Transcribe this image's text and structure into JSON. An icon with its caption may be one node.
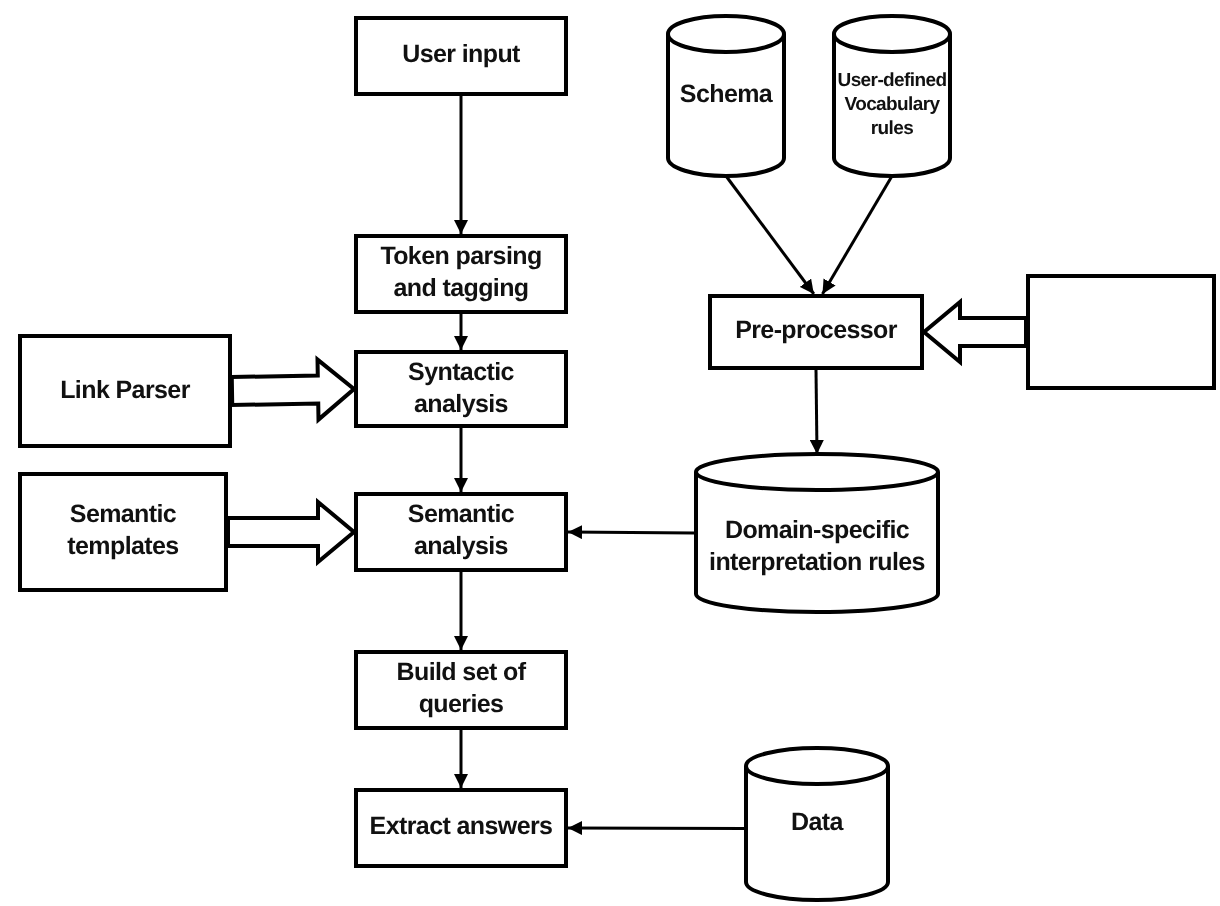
{
  "diagram": {
    "nodes": [
      {
        "text": [
          "User input"
        ]
      },
      {
        "text": [
          "Schema"
        ]
      },
      {
        "text": [
          "User-defined Vocabulary rules"
        ]
      },
      {
        "text": [
          "Token parsing and tagging"
        ]
      },
      {
        "text": [
          "Pre-processor"
        ]
      },
      {
        "text": [],
        "shape": "box"
      },
      {
        "text": [
          "Link Parser"
        ]
      },
      {
        "text": [
          "Syntactic analysis"
        ]
      },
      {
        "text": [
          "Semantic templates"
        ]
      },
      {
        "text": [
          "Semantic analysis"
        ]
      },
      {
        "text": [
          "Domain-specific interpretation rules"
        ]
      },
      {
        "text": [
          "Build set of queries"
        ]
      },
      {
        "text": [
          "Extract answers"
        ]
      },
      {
        "text": [
          "Data"
        ]
      }
    ],
    "edges": [
      {
        "from": 0,
        "to": 3,
        "arrow": "to"
      },
      {
        "from": 3,
        "to": 7,
        "arrow": "to"
      },
      {
        "from": 7,
        "to": 9,
        "arrow": "to"
      },
      {
        "from": 9,
        "to": 11,
        "arrow": "to"
      },
      {
        "from": 11,
        "to": 12,
        "arrow": "to"
      },
      {
        "from": 1,
        "to": 4,
        "arrow": "to"
      },
      {
        "from": 2,
        "to": 4,
        "arrow": "to"
      },
      {
        "from": 4,
        "to": 10,
        "arrow": "to"
      },
      {
        "from": 10,
        "to": 9,
        "arrow": "to"
      },
      {
        "from": 13,
        "to": 12,
        "arrow": "to"
      },
      {
        "from": 6,
        "to": 7,
        "arrow": "to",
        "style": "thick"
      },
      {
        "from": 8,
        "to": 9,
        "arrow": "to",
        "style": "thick"
      },
      {
        "from": 5,
        "to": 4,
        "arrow": "to",
        "style": "thick"
      }
    ]
  }
}
